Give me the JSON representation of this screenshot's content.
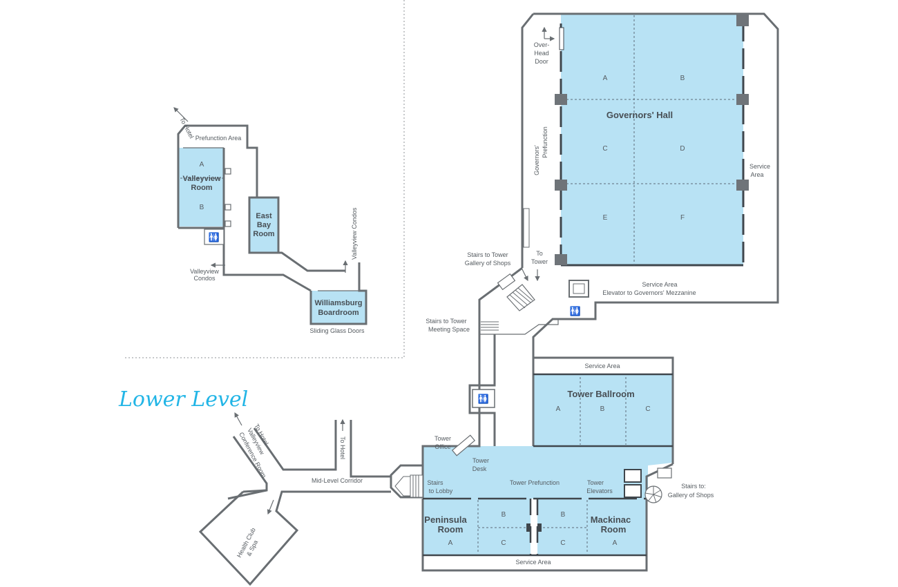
{
  "map_title": "Lower Level",
  "colors": {
    "room_fill": "#b8e2f4",
    "wall": "#696e72",
    "accent": "#22b5e6",
    "text": "#555b60"
  },
  "lower_level": {
    "rooms": {
      "valleyview": {
        "name_l1": "Valleyview",
        "name_l2": "Room",
        "sections": [
          "A",
          "B"
        ]
      },
      "east_bay": {
        "name_l1": "East",
        "name_l2": "Bay",
        "name_l3": "Room"
      },
      "williamsburg": {
        "name_l1": "Williamsburg",
        "name_l2": "Boardroom"
      }
    },
    "labels": {
      "to_hotel": "To Hotel",
      "prefunction_area": "Prefunction Area",
      "valleyview_condos_vertical": "Valleyview Condos",
      "valleyview_condos_l1": "Valleyview",
      "valleyview_condos_l2": "Condos",
      "sliding_glass_doors": "Sliding Glass Doors"
    }
  },
  "governors_hall": {
    "name": "Governors' Hall",
    "sections": [
      "A",
      "B",
      "C",
      "D",
      "E",
      "F"
    ],
    "labels": {
      "overhead_door_l1": "Over-",
      "overhead_door_l2": "Head",
      "overhead_door_l3": "Door",
      "governors_prefunction_l1": "Governors'",
      "governors_prefunction_l2": "Prefunction",
      "service_area_l1": "Service",
      "service_area_l2": "Area",
      "to_tower_l1": "To",
      "to_tower_l2": "Tower",
      "stairs_gallery_l1": "Stairs to Tower",
      "stairs_gallery_l2": "Gallery of Shops",
      "service_area_bottom": "Service Area",
      "elevator_mezzanine": "Elevator to Governors' Mezzanine",
      "stairs_meeting_l1": "Stairs to Tower",
      "stairs_meeting_l2": "Meeting Space"
    }
  },
  "tower": {
    "ballroom": {
      "name": "Tower Ballroom",
      "sections": [
        "A",
        "B",
        "C"
      ],
      "service_area": "Service Area"
    },
    "labels": {
      "tower_office_l1": "Tower",
      "tower_office_l2": "Office",
      "tower_desk_l1": "Tower",
      "tower_desk_l2": "Desk",
      "tower_prefunction": "Tower Prefunction",
      "tower_elevators_l1": "Tower",
      "tower_elevators_l2": "Elevators",
      "stairs_lobby_l1": "Stairs",
      "stairs_lobby_l2": "to Lobby",
      "stairs_gallery_l1": "Stairs to:",
      "stairs_gallery_l2": "Gallery of Shops",
      "service_area_bottom": "Service Area"
    },
    "peninsula": {
      "name_l1": "Peninsula",
      "name_l2": "Room",
      "sections": [
        "A",
        "B",
        "C"
      ]
    },
    "mackinac": {
      "name_l1": "Mackinac",
      "name_l2": "Room",
      "sections": [
        "A",
        "B",
        "C"
      ]
    }
  },
  "corridor": {
    "mid_level_corridor": "Mid-Level Corridor",
    "to_hotel": "To Hotel",
    "to_hotel_short": "To Hotel",
    "valleyview_conf_l1": "Valleyview",
    "valleyview_conf_l2": "Conference Room",
    "health_club_l1": "Health Club",
    "health_club_l2": "& Spa"
  }
}
